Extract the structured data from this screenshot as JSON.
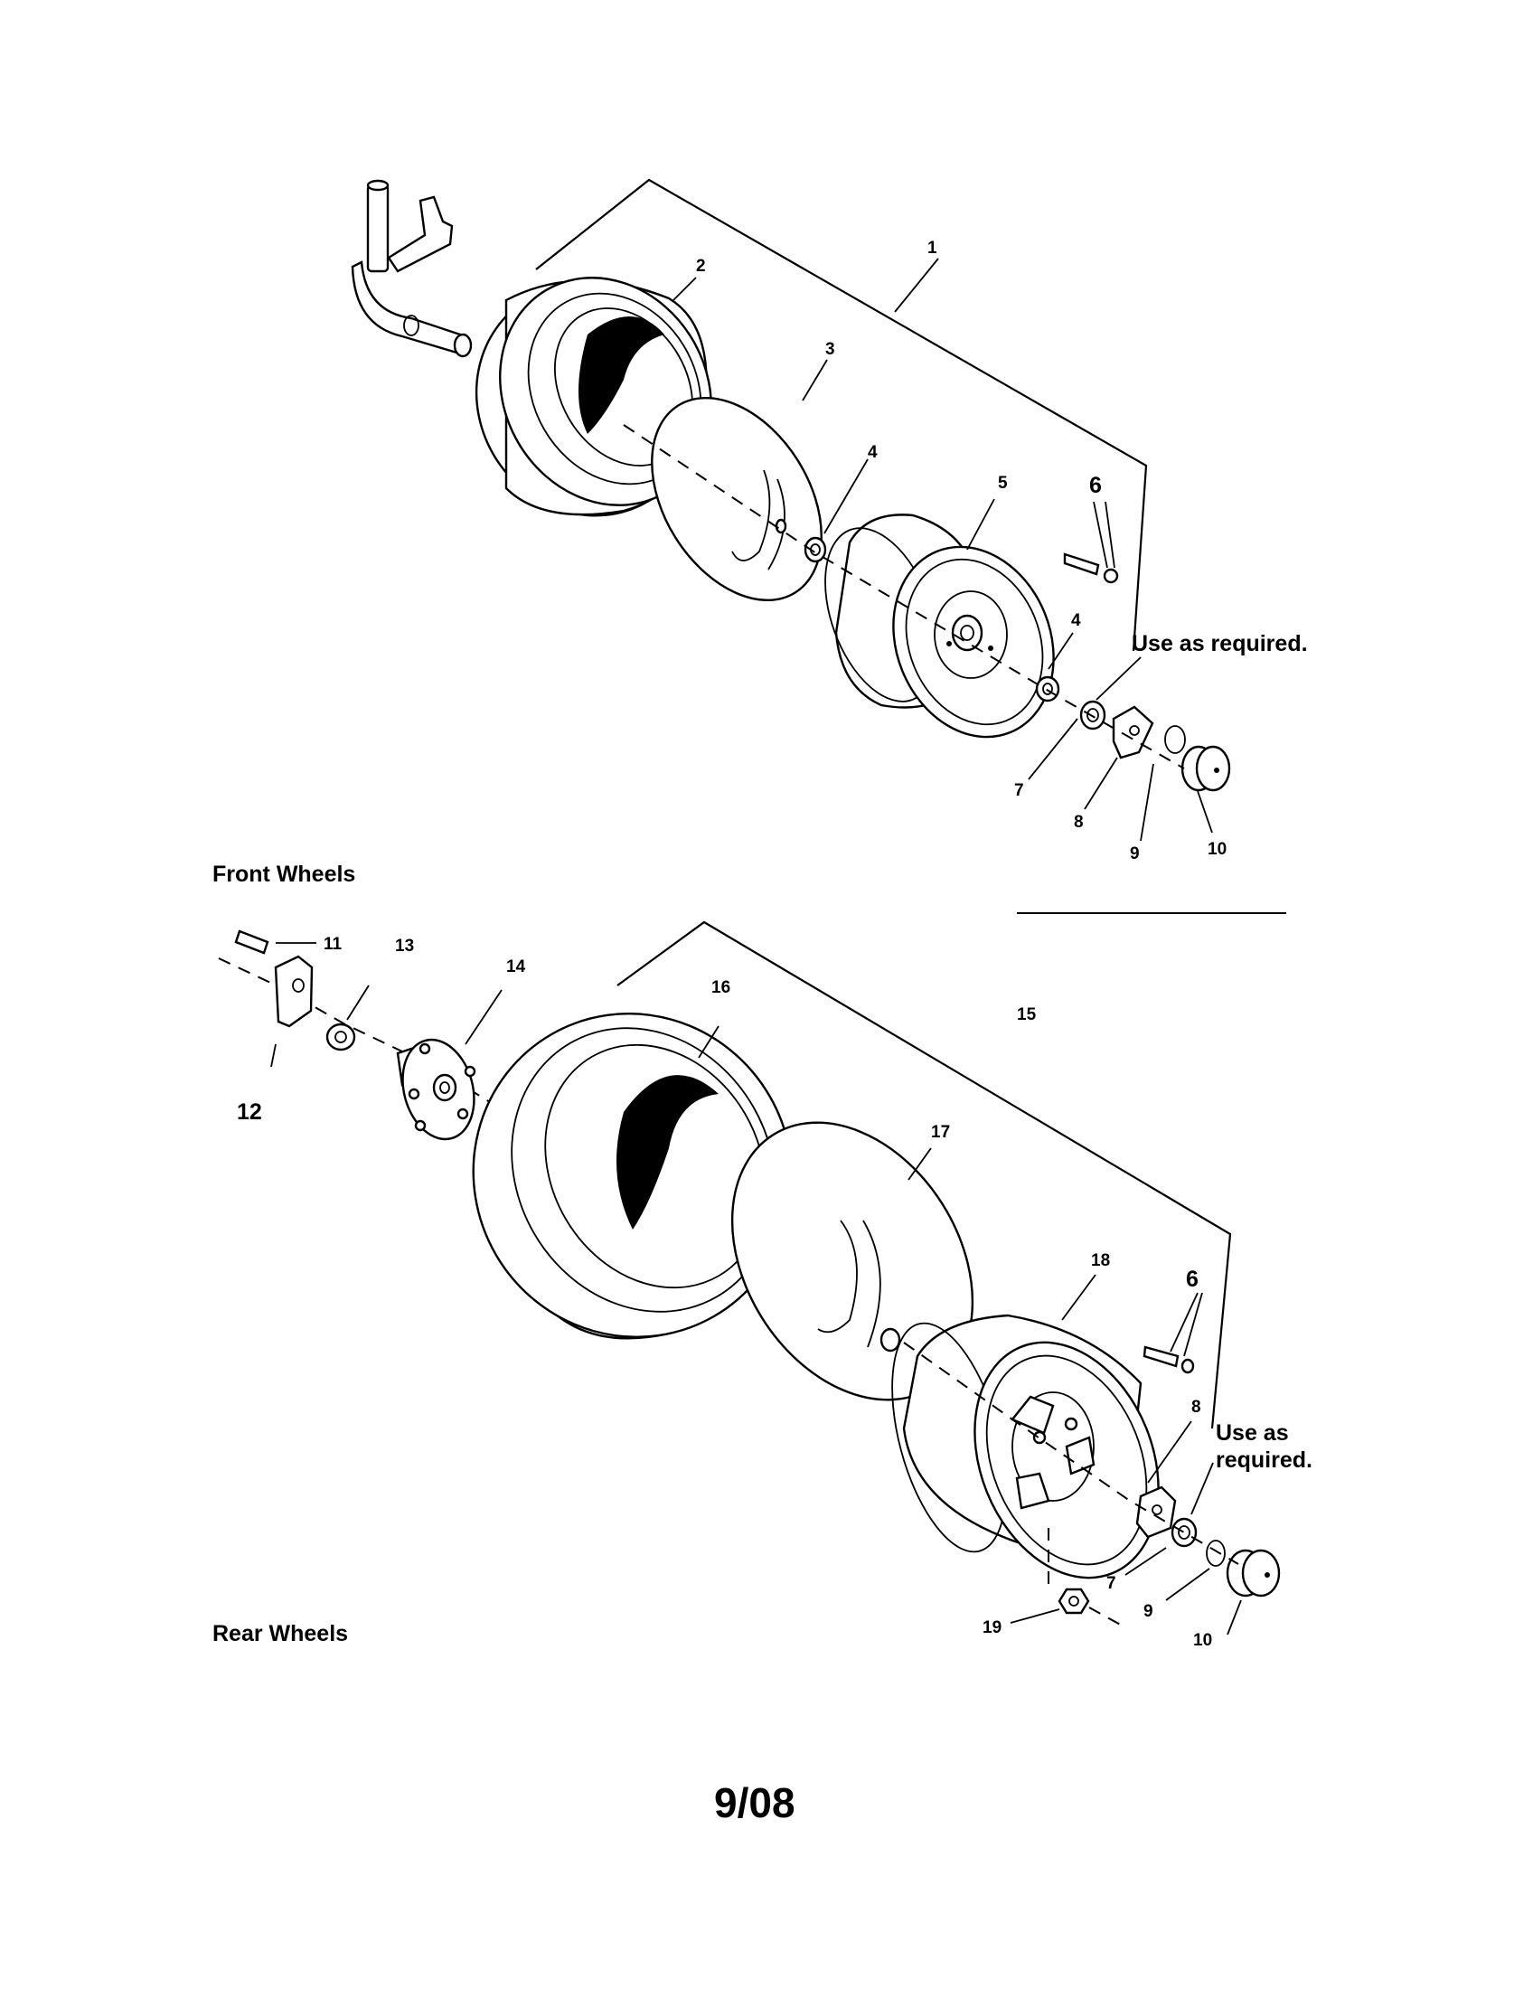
{
  "sections": {
    "front": "Front Wheels",
    "rear": "Rear Wheels"
  },
  "notes": {
    "front_use": "Use as required.",
    "rear_use_line1": "Use as",
    "rear_use_line2": "required."
  },
  "page_number": "9/08",
  "front_callouts": [
    "1",
    "2",
    "3",
    "4",
    "5",
    "6",
    "4",
    "7",
    "8",
    "9",
    "10"
  ],
  "rear_callouts": [
    "11",
    "13",
    "14",
    "16",
    "15",
    "12",
    "17",
    "18",
    "6",
    "8",
    "7",
    "9",
    "19",
    "10"
  ]
}
